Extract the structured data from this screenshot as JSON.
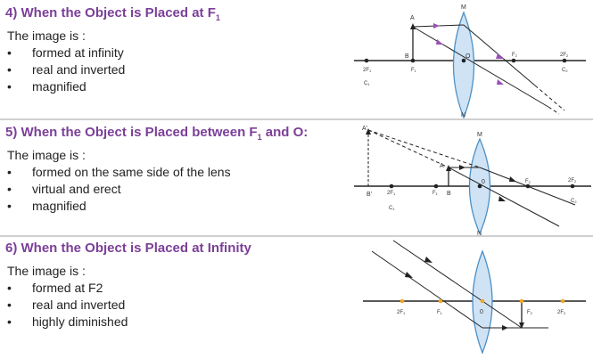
{
  "sections": [
    {
      "title": "4) When the Object is Placed at F",
      "title_sub": "1",
      "intro": "The image is :",
      "bullets": [
        "formed at infinity",
        "real and inverted",
        "magnified"
      ],
      "labels": {
        "A": "A",
        "M": "M",
        "B": "B",
        "O": "O",
        "N": "N",
        "F1": "F",
        "F1s": "1",
        "F2": "F",
        "F2s": "2",
        "twoF1": "2F",
        "twoF1s": "1",
        "twoF2": "2F",
        "twoF2s": "2",
        "C1": "C",
        "C1s": "1",
        "C2": "C",
        "C2s": "2"
      }
    },
    {
      "title": "5) When the Object is Placed between F",
      "title_sub": "1",
      "title_tail": " and O:",
      "intro": "The image is :",
      "bullets": [
        "formed on the same side of the lens",
        "virtual and erect",
        "magnified"
      ],
      "labels": {
        "A1": "A'",
        "B1": "B'",
        "A": "A",
        "B": "B",
        "M": "M",
        "O": "0",
        "N": "N",
        "F1": "F",
        "F1s": "1",
        "F2": "F",
        "F2s": "2",
        "twoF1": "2F",
        "twoF1s": "1",
        "twoF2": "2F",
        "twoF2s": "2",
        "C1": "C",
        "C1s": "1",
        "C2": "C",
        "C2s": "2"
      }
    },
    {
      "title": "6) When the Object is Placed at Infinity",
      "intro": "The image is :",
      "bullets": [
        "formed at F2",
        "real and inverted",
        "highly diminished"
      ],
      "labels": {
        "twoF1": "2F",
        "twoF1s": "1",
        "F1": "F",
        "F1s": "1",
        "O": "0",
        "F2": "F",
        "F2s": "2",
        "twoF2": "2F",
        "twoF2s": "2"
      }
    }
  ],
  "colors": {
    "title": "#7b3f98",
    "lens_fill": "#cfe3f5",
    "lens_stroke": "#4a90c8",
    "ray": "#222222",
    "arrow_accent": "#9b4fb8",
    "point_accent": "#f5a623"
  }
}
